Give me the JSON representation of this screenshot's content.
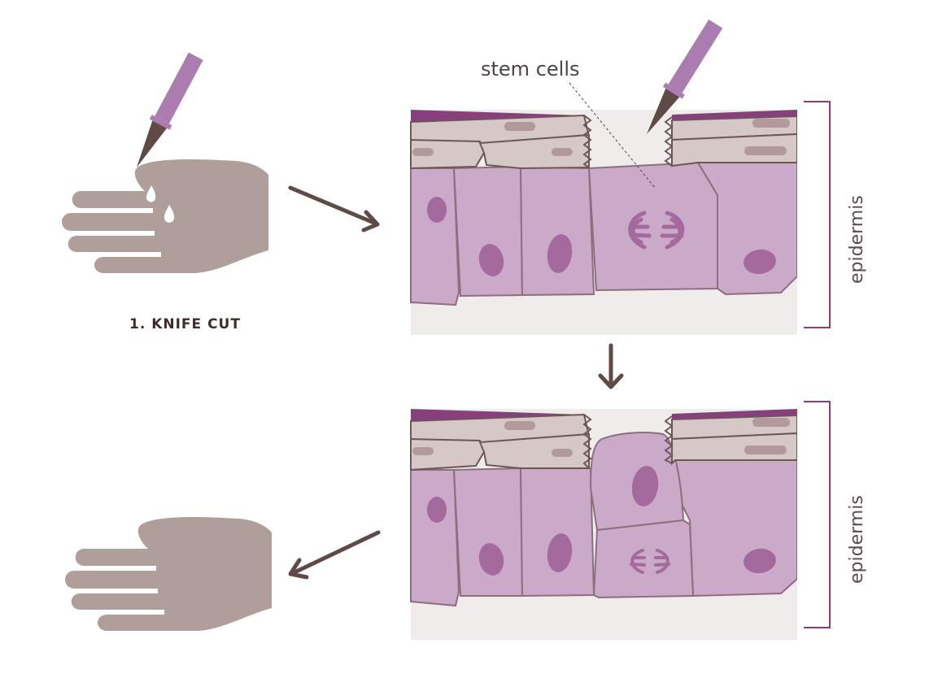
{
  "labels": {
    "step1": "1. KNIFE CUT",
    "stem_cells": "stem cells",
    "epidermis_top": "epidermis",
    "epidermis_bottom": "epidermis"
  },
  "colors": {
    "hand": "#b09e9b",
    "knife_handle": "#ab7cb0",
    "knife_blade": "#5f4a46",
    "cell_fill": "#cba9c8",
    "cell_stroke": "#8b6f7e",
    "nucleus": "#a56a9d",
    "surface_cell": "#d7c8c8",
    "surface_cell_stroke": "#6d5756",
    "surface_nucleus": "#b39a9a",
    "top_edge": "#87407d",
    "base": "#f1ecec",
    "arrow": "#5f4a46",
    "bracket": "#8a3e7c"
  },
  "icons": [
    "hand-icon",
    "knife-icon",
    "blood-drop-icon",
    "arrow-icon",
    "bracket-icon",
    "dividing-chromosomes-icon"
  ]
}
